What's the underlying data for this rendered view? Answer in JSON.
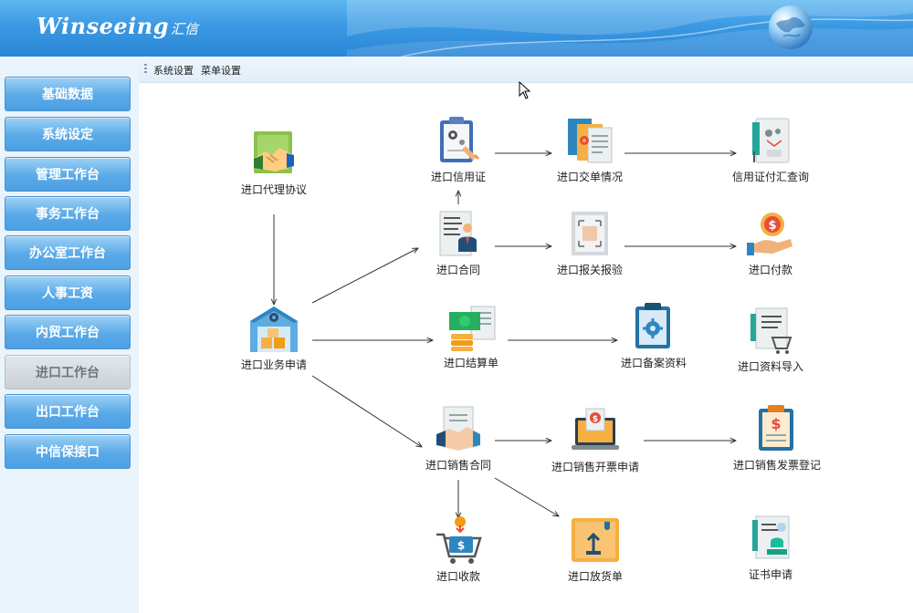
{
  "header": {
    "logo_text": "Winseeing",
    "logo_cn": "汇信"
  },
  "sidebar": {
    "items": [
      {
        "label": "基础数据",
        "active": false
      },
      {
        "label": "系统设定",
        "active": false
      },
      {
        "label": "管理工作台",
        "active": false
      },
      {
        "label": "事务工作台",
        "active": false
      },
      {
        "label": "办公室工作台",
        "active": false
      },
      {
        "label": "人事工资",
        "active": false
      },
      {
        "label": "内贸工作台",
        "active": false
      },
      {
        "label": "进口工作台",
        "active": true
      },
      {
        "label": "出口工作台",
        "active": false
      },
      {
        "label": "中信保接口",
        "active": false
      }
    ]
  },
  "breadcrumb": {
    "part1": "系统设置",
    "part2": "菜单设置"
  },
  "flow": {
    "agency_agreement": "进口代理协议",
    "business_request": "进口业务申请",
    "letter_of_credit": "进口信用证",
    "documents_delivery": "进口交单情况",
    "lc_payment_summary": "信用证付汇查询",
    "import_contract": "进口合同",
    "customs_inspection": "进口报关报验",
    "import_payment": "进口付款",
    "settlement_sheet": "进口结算单",
    "filing_documents": "进口备案资料",
    "data_import": "进口资料导入",
    "sales_contract": "进口销售合同",
    "sales_invoice_request": "进口销售开票申请",
    "sales_invoice_registration": "进口销售发票登记",
    "collection": "进口收款",
    "delivery_order": "进口放货单",
    "certificate_application": "证书申请"
  },
  "colors": {
    "accent": "#3b99e3",
    "nav_active_text": "#6e7780"
  }
}
